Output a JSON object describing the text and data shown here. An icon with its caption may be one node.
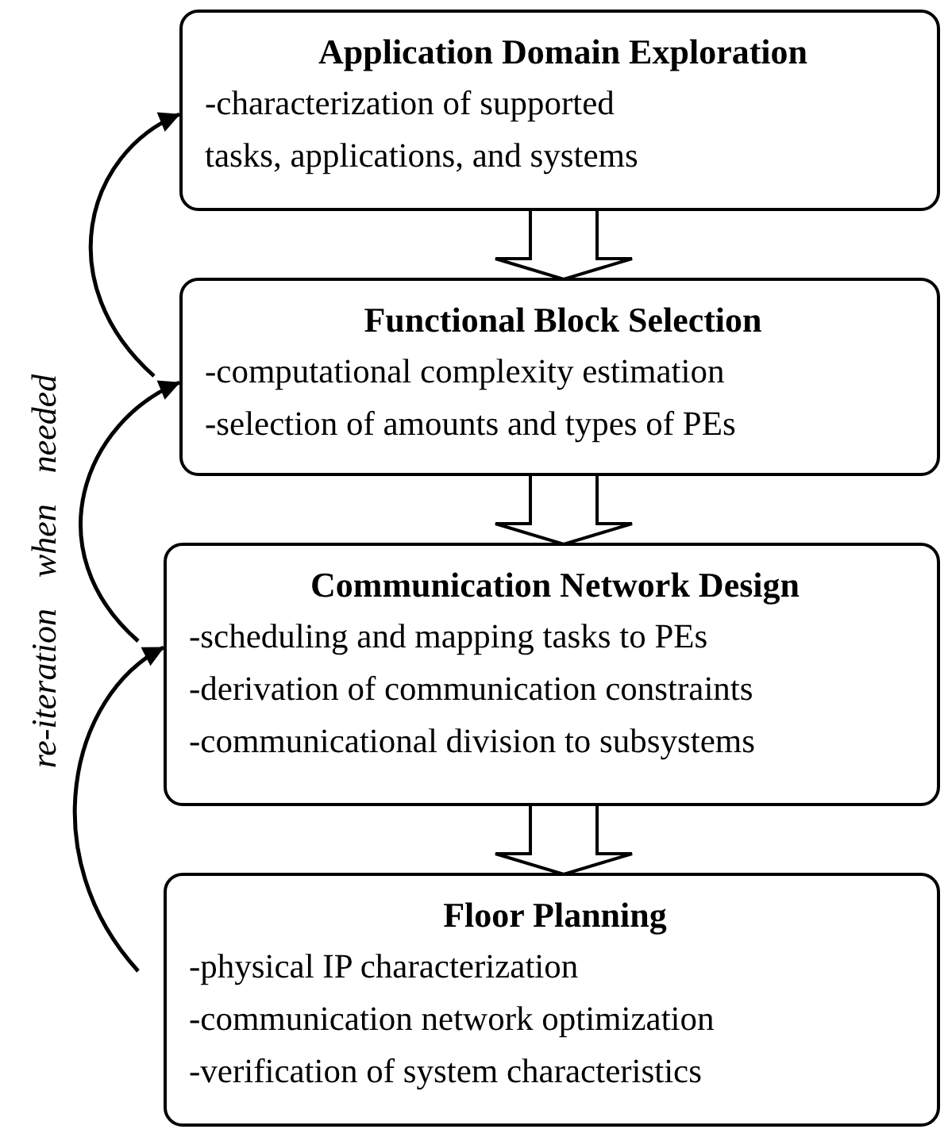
{
  "diagram": {
    "nodes": [
      {
        "text": [
          "Application Domain Exploration",
          "-characterization of supported tasks, applications, and systems"
        ]
      },
      {
        "text": [
          "Functional Block Selection",
          "-computational complexity estimation",
          "-selection of amounts and types of PEs"
        ]
      },
      {
        "text": [
          "Communication Network Design",
          "-scheduling and mapping tasks to PEs",
          "-derivation of communication constraints",
          "-communicational division to subsystems"
        ]
      },
      {
        "text": [
          "Floor Planning",
          "-physical IP characterization",
          "-communication network optimization",
          "-verification of system characteristics"
        ]
      }
    ],
    "edges": [
      {
        "from": 0,
        "to": 1,
        "arrow": "to",
        "style": "thick"
      },
      {
        "from": 1,
        "to": 2,
        "arrow": "to",
        "style": "thick"
      },
      {
        "from": 2,
        "to": 3,
        "arrow": "to",
        "style": "thick"
      },
      {
        "from": 1,
        "to": 0,
        "arrow": "to"
      },
      {
        "from": 2,
        "to": 1,
        "arrow": "to"
      },
      {
        "from": 3,
        "to": 2,
        "arrow": "to"
      }
    ],
    "labels": [
      "re-iteration when needed"
    ]
  }
}
